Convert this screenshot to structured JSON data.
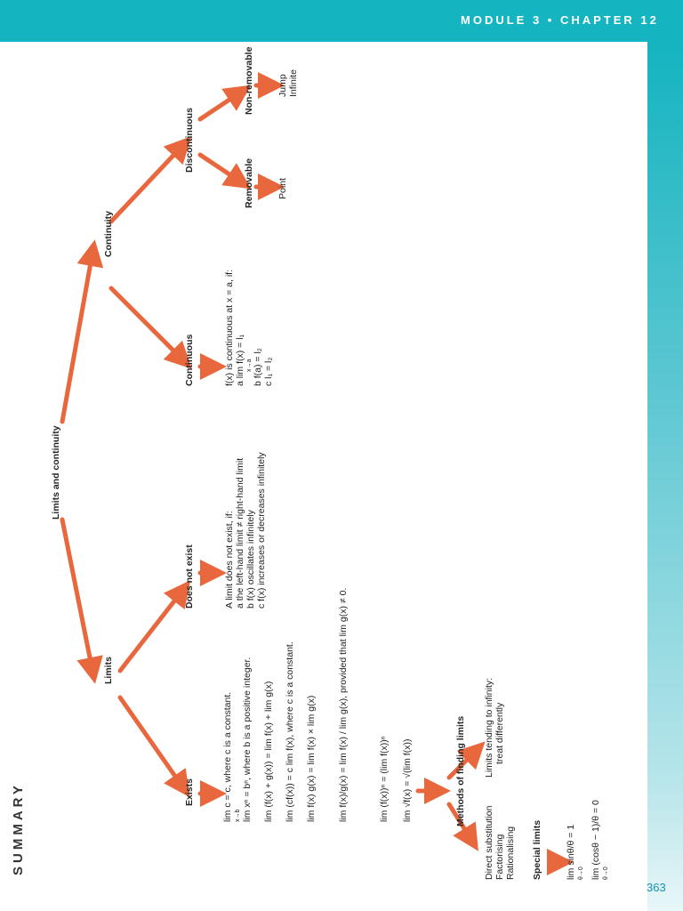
{
  "header": {
    "module": "MODULE 3 • CHAPTER 12"
  },
  "page_number": "363",
  "summary_title": "SUMMARY",
  "nodes": {
    "root": "Limits and continuity",
    "limits": "Limits",
    "continuity": "Continuity",
    "exists": "Exists",
    "does_not_exist": "Does not exist",
    "continuous": "Continuous",
    "discontinuous": "Discontinuous",
    "removable": "Removable",
    "non_removable": "Non-removable",
    "point": "Point",
    "jump": "Jump",
    "infinite": "Infinite",
    "methods": "Methods of finding limits",
    "special_limits": "Special limits"
  },
  "exists_rules": [
    "lim c = c, where c is a constant.",
    "lim xⁿ = bⁿ, where b is a positive integer.",
    "lim (f(x) + g(x)) = lim f(x) + lim g(x)",
    "lim (cf(x)) = c lim f(x), where c is a constant.",
    "lim f(x) g(x) = lim f(x) × lim g(x)",
    "lim f(x)/g(x) = lim f(x) / lim g(x), provided that lim g(x) ≠ 0.",
    "lim (f(x))ⁿ = (lim f(x))ⁿ",
    "lim √f(x) = √(lim f(x))"
  ],
  "limit_subscript": "x→b",
  "does_not_exist_lines": [
    "A limit does not exist, if:",
    "a  the left-hand limit ≠ right-hand limit",
    "b  f(x) oscillates infinitely",
    "c  f(x) increases or decreases infinitely"
  ],
  "continuous_lines": [
    "f(x) is continuous at x = a, if:",
    "a  lim f(x) = l₁",
    "b  f(a) = l₂",
    "c  l₁ = l₂"
  ],
  "continuous_subscript": "x→a",
  "methods_list": [
    "Direct substitution",
    "Factorising",
    "Rationalising"
  ],
  "infinity_note": [
    "Limits tending to infinity:",
    "treat differently"
  ],
  "special_limits_list": [
    "lim sinθ/θ = 1",
    "lim (cosθ − 1)/θ = 0"
  ],
  "special_subscript": "θ→0",
  "colors": {
    "teal": "#14b4c0",
    "arrow": "#e8673c",
    "page_number": "#1b8fb0"
  }
}
